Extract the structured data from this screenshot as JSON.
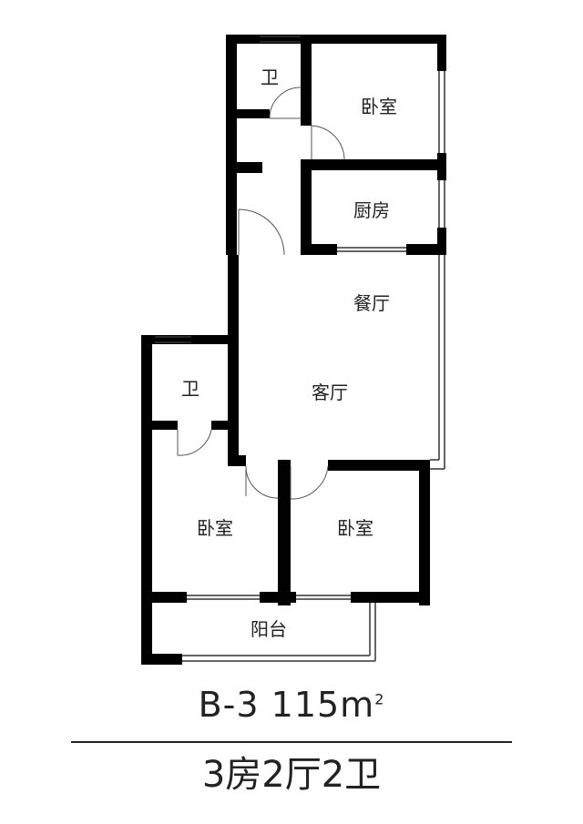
{
  "rooms": {
    "bath_top": "卫",
    "bedroom_top": "卧室",
    "kitchen": "厨房",
    "dining": "餐厅",
    "living": "客厅",
    "bath_left": "卫",
    "bedroom_left": "卧室",
    "bedroom_right": "卧室",
    "balcony": "阳台"
  },
  "caption": {
    "model": "B-3",
    "area": "115m",
    "area_sup": "2",
    "layout": "3房2厅2卫"
  },
  "colors": {
    "wall": "#000000",
    "line": "#333333"
  }
}
